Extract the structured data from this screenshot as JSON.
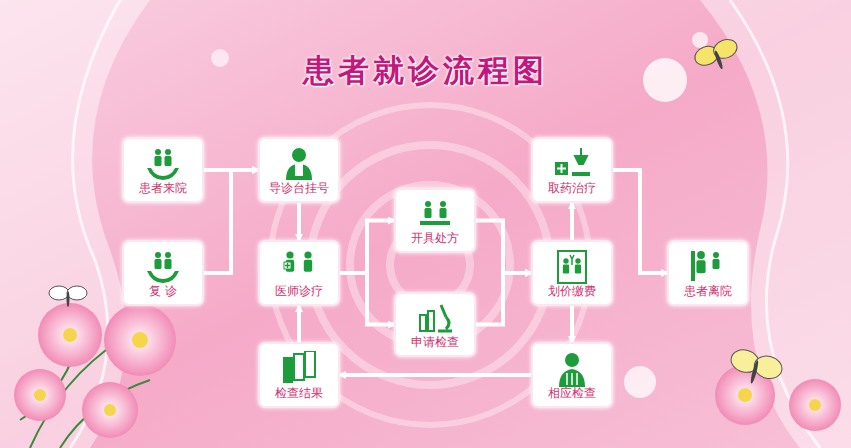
{
  "diagram": {
    "title": "患者就诊流程图",
    "nodes": [
      {
        "text": [
          "患者来院"
        ]
      },
      {
        "text": [
          "复 诊"
        ]
      },
      {
        "text": [
          "导诊台挂号"
        ]
      },
      {
        "text": [
          "医师诊疗"
        ]
      },
      {
        "text": [
          "检查结果"
        ]
      },
      {
        "text": [
          "开具处方"
        ]
      },
      {
        "text": [
          "申请检查"
        ]
      },
      {
        "text": [
          "取药治疗"
        ]
      },
      {
        "text": [
          "划价缴费"
        ]
      },
      {
        "text": [
          "相应检查"
        ]
      },
      {
        "text": [
          "患者离院"
        ]
      }
    ],
    "edges": [
      {
        "from": 0,
        "to": 2,
        "arrow": "to"
      },
      {
        "from": 1,
        "to": 2,
        "arrow": "to"
      },
      {
        "from": 2,
        "to": 3,
        "arrow": "to"
      },
      {
        "from": 3,
        "to": 5,
        "arrow": "to"
      },
      {
        "from": 3,
        "to": 6,
        "arrow": "to"
      },
      {
        "from": 5,
        "to": 8,
        "arrow": "to"
      },
      {
        "from": 6,
        "to": 8,
        "arrow": "to"
      },
      {
        "from": 8,
        "to": 7,
        "arrow": "to"
      },
      {
        "from": 8,
        "to": 9,
        "arrow": "to"
      },
      {
        "from": 9,
        "to": 4,
        "arrow": "to"
      },
      {
        "from": 4,
        "to": 3,
        "arrow": "to"
      },
      {
        "from": 7,
        "to": 10,
        "arrow": "to"
      }
    ]
  }
}
